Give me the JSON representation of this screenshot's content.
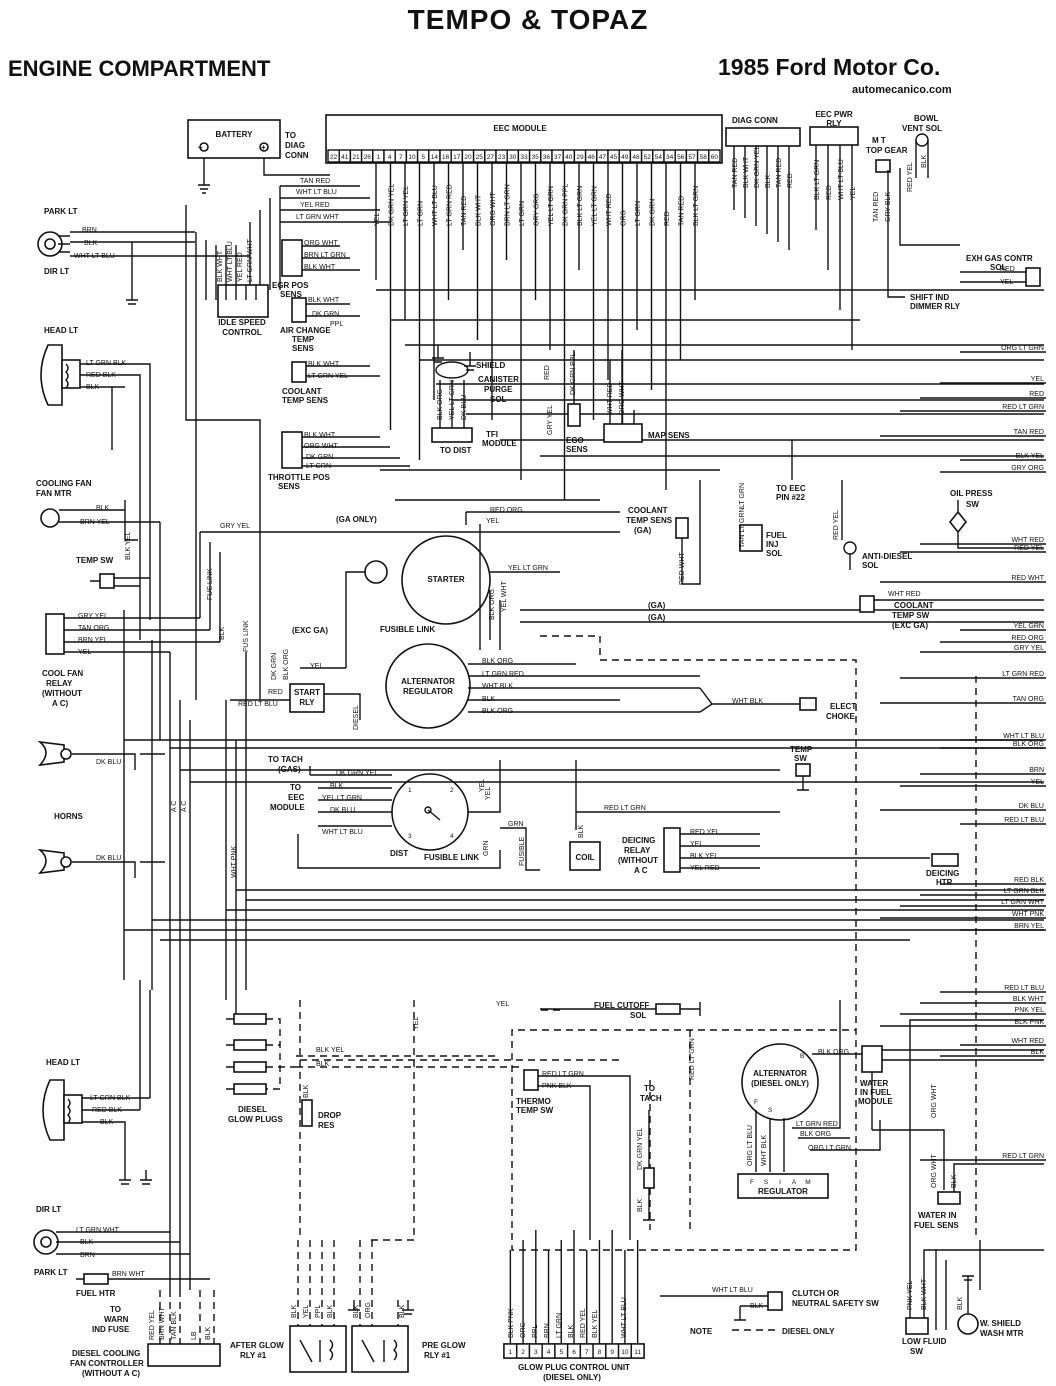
{
  "header": {
    "title": "TEMPO & TOPAZ",
    "subtitle": "ENGINE COMPARTMENT",
    "maker": "1985 Ford Motor Co.",
    "site": "automecanico.com"
  },
  "components": {
    "battery": "BATTERY",
    "to_diag_conn": [
      "TO",
      "DIAG",
      "CONN"
    ],
    "eec_module": "EEC MODULE",
    "diag_conn": "DIAG CONN",
    "eec_pwr_rly": [
      "EEC PWR",
      "RLY"
    ],
    "mt_top_gear": [
      "M T",
      "TOP GEAR"
    ],
    "bowl_vent_sol": [
      "BOWL",
      "VENT SOL"
    ],
    "park_lt_top": "PARK LT",
    "dir_lt_top": "DIR LT",
    "head_lt_top": "HEAD LT",
    "idle_speed_control": [
      "IDLE SPEED",
      "CONTROL"
    ],
    "egr_pos_sens": [
      "EGR POS",
      "SENS"
    ],
    "air_charge_temp_sens": [
      "AIR CHANGE",
      "TEMP",
      "SENS"
    ],
    "coolant_temp_sens": [
      "COOLANT",
      "TEMP SENS"
    ],
    "throttle_pos_sens": [
      "THROTTLE POS",
      "SENS"
    ],
    "exh_gas_contr_sol": [
      "EXH GAS CONTR",
      "SOL"
    ],
    "shift_ind_dimmer_rly": [
      "SHIFT IND",
      "DIMMER RLY"
    ],
    "shield": "SHIELD",
    "canister_purge_sol": [
      "CANISTER",
      "PURGE",
      "SOL"
    ],
    "tfi_module": [
      "TFI",
      "MODULE"
    ],
    "to_dist": "TO DIST",
    "ego_sens": [
      "EGO",
      "SENS"
    ],
    "map_sens": "MAP SENS",
    "to_eec_pin_22": [
      "TO EEC",
      "PIN #22"
    ],
    "oil_press_sw": [
      "OIL PRESS",
      "SW"
    ],
    "cooling_fan_mtr": [
      "COOLING FAN",
      "FAN MTR"
    ],
    "temp_sw": "TEMP SW",
    "cool_fan_relay": [
      "COOL FAN",
      "RELAY",
      "(WITHOUT",
      "A C)"
    ],
    "coolant_temp_sens_ga": [
      "COOLANT",
      "TEMP SENS",
      "(GA)"
    ],
    "fuel_inj_sol": [
      "FUEL",
      "INJ",
      "SOL"
    ],
    "anti_diesel_sol": [
      "ANTI-DIESEL",
      "SOL"
    ],
    "coolant_temp_sw": [
      "COOLANT",
      "TEMP SW",
      "(EXC GA)"
    ],
    "starter": "STARTER",
    "fusible_link": "FUSIBLE LINK",
    "ga_only": "(GA ONLY)",
    "exc_ga": "(EXC GA)",
    "ga_1": "(GA)",
    "ga_2": "(GA)",
    "start_rly": [
      "START",
      "RLY"
    ],
    "alternator_regulator": [
      "ALTERNATOR",
      "REGULATOR"
    ],
    "elect_choke": [
      "ELECT",
      "CHOKE"
    ],
    "temp_sw_2": [
      "TEMP",
      "SW"
    ],
    "to_tach_gas": [
      "TO TACH",
      "(GAS)"
    ],
    "to_eec_module": [
      "TO",
      "EEC",
      "MODULE"
    ],
    "dist": "DIST",
    "fusible_link_2": "FUSIBLE LINK",
    "coil": "COIL",
    "deicing_relay": [
      "DEICING",
      "RELAY",
      "(WITHOUT",
      "A C"
    ],
    "deicing_htr": [
      "DEICING",
      "HTR"
    ],
    "horns": "HORNS",
    "fuel_cutoff_sol": [
      "FUEL CUTOFF",
      "SOL"
    ],
    "diesel_glow_plugs": [
      "DIESEL",
      "GLOW PLUGS"
    ],
    "drop_res": [
      "DROP",
      "RES"
    ],
    "thermo_temp_sw": [
      "THERMO",
      "TEMP SW"
    ],
    "to_tach": [
      "TO",
      "TACH"
    ],
    "alternator_diesel": [
      "ALTERNATOR",
      "(DIESEL ONLY)"
    ],
    "regulator": "REGULATOR",
    "regulator_pins": [
      "F",
      "S",
      "I",
      "A",
      "M"
    ],
    "water_in_fuel_module": [
      "WATER",
      "IN FUEL",
      "MODULE"
    ],
    "water_in_fuel_sens": [
      "WATER IN",
      "FUEL SENS"
    ],
    "head_lt_bottom": "HEAD LT",
    "dir_lt_bottom": "DIR LT",
    "park_lt_bottom": "PARK LT",
    "fuel_htr": "FUEL HTR",
    "to_warn_ind_fuse": [
      "TO",
      "WARN",
      "IND FUSE"
    ],
    "diesel_cooling_fan_controller": [
      "DIESEL COOLING",
      "FAN CONTROLLER",
      "(WITHOUT A C)"
    ],
    "after_glow_rly": [
      "AFTER GLOW",
      "RLY #1"
    ],
    "pre_glow_rly": [
      "PRE GLOW",
      "RLY #1"
    ],
    "glow_plug_control_unit": [
      "GLOW PLUG CONTROL UNIT",
      "(DIESEL ONLY)"
    ],
    "clutch_neutral_sw": [
      "CLUTCH OR",
      "NEUTRAL SAFETY SW"
    ],
    "low_fluid_sw": [
      "LOW FLUID",
      "SW"
    ],
    "w_shield_wash_mtr": [
      "W. SHIELD",
      "WASH MTR"
    ],
    "note": "NOTE",
    "diesel_only_legend": "DIESEL ONLY"
  },
  "eec_pins": [
    "22",
    "41",
    "21",
    "26",
    "1",
    "4",
    "7",
    "10",
    "5",
    "14",
    "16",
    "17",
    "20",
    "25",
    "27",
    "23",
    "30",
    "33",
    "35",
    "36",
    "37",
    "40",
    "29",
    "46",
    "47",
    "45",
    "49",
    "48",
    "52",
    "54",
    "34",
    "56",
    "57",
    "58",
    "60"
  ],
  "glow_pins": [
    "1",
    "2",
    "3",
    "4",
    "5",
    "6",
    "7",
    "8",
    "9",
    "10",
    "11"
  ],
  "right_edge_labels": [
    "ORG LT GRN",
    "YEL",
    "RED",
    "RED LT GRN",
    "TAN RED",
    "BLK YEL",
    "GRY ORG",
    "WHT RED",
    "RED YEL",
    "RED WHT",
    "YEL GRN",
    "RED ORG",
    "GRY YEL",
    "LT GRN RED",
    "TAN ORG",
    "WHT LT BLU",
    "BLK ORG",
    "BRN",
    "YEL",
    "DK BLU",
    "RED LT BLU",
    "RED BLK",
    "LT GRN BLK",
    "LT GRN WHT",
    "WHT PNK",
    "BRN YEL",
    "RED LT BLU",
    "BLK WHT",
    "PNK YEL",
    "BLK PNK",
    "WHT RED",
    "BLK",
    "RED LT GRN"
  ],
  "eec_top_wires": [
    "YEL",
    "DK GRN YEL",
    "LT GRN YEL",
    "LT GRN",
    "WHT LT BLU",
    "LT GRN RED",
    "TAN RED",
    "BLK WHT",
    "ORG WHT",
    "BRN LT GRN",
    "LT GRN",
    "GRY ORG",
    "YEL LT GRN",
    "DK GRN PPL",
    "BLK LT GRN",
    "YEL LT GRN",
    "WHT RED",
    "ORG",
    "LT GRN",
    "DK GRN",
    "RED",
    "TAN RED",
    "BLK LT GRN"
  ],
  "diag_wires": [
    "TAN RED",
    "BLK WHT",
    "DK GRN YEL",
    "BLK",
    "TAN RED",
    "RED"
  ],
  "pwr_rly_wires": [
    "BLK LT GRN",
    "RED",
    "WHT LT BLU",
    "YEL"
  ],
  "wire_labels": {
    "batt_1": "TAN RED",
    "batt_2": "WHT LT BLU",
    "batt_3": "YEL RED",
    "batt_4": "LT GRN WHT",
    "park_1": "BRN",
    "park_2": "BLK",
    "park_3": "WHT LT BLU",
    "head_1": "LT GRN BLK",
    "head_2": "RED BLK",
    "head_3": "BLK",
    "egr_1": "ORG WHT",
    "egr_2": "BRN LT GRN",
    "egr_3": "BLK WHT",
    "acts_1": "BLK WHT",
    "acts_2": "DK GRN",
    "acts_3": "PPL",
    "cts_1": "BLK WHT",
    "cts_2": "LT GRN YEL",
    "tps_1": "BLK WHT",
    "tps_2": "ORG WHT",
    "tps_3": "DK GRN",
    "tps_4": "LT GRN",
    "isc_1": "BLK WHT",
    "isc_2": "WHT LT BLU",
    "isc_3": "YEL RED",
    "isc_4": "LT GRN WHT",
    "tfi_1": "BLK ORG",
    "tfi_2": "YEL LT GRN",
    "tfi_3": "DK BLU",
    "ego_1": "GRY YEL",
    "ego_2": "RED",
    "ego_3": "DK GRN PPL",
    "map_1": "WHT RED",
    "map_2": "ORG WHT",
    "map_3": "BLK",
    "exh_1": "RED",
    "exh_2": "YEL",
    "mt_1": "TAN RED",
    "mt_2": "GRY BLK",
    "mt_3": "RED YEL",
    "mt_4": "BLK",
    "cfm_1": "BLK",
    "cfm_2": "BRN YEL",
    "cfm_3": "BLK YEL",
    "gry_yel": "GRY YEL",
    "cfr_1": "GRY YEL",
    "cfr_2": "TAN ORG",
    "cfr_3": "BRN YEL",
    "cfr_4": "YEL",
    "fus_1": "FUS LINK",
    "fus_2": "BLK",
    "fus_3": "FUS LINK",
    "red_org": "RED ORG",
    "yel": "YEL",
    "st_1": "YEL LT GRN",
    "st_2": "BLK ORG",
    "st_3": "YEL WHT",
    "alt_1": "BLK ORG",
    "alt_2": "LT GRN RED",
    "alt_3": "WHT BLK",
    "alt_4": "BLK",
    "alt_5": "BLK ORG",
    "rly_1": "DK GRN",
    "rly_2": "BLK ORG",
    "rly_3": "YEL",
    "rly_4": "RED",
    "rly_5": "RED LT BLU",
    "rly_6": "DIESEL",
    "wht_blk": "WHT BLK",
    "fi_1": "TAN LT GRN",
    "fi_2": "LT GRN",
    "ad_1": "RED YEL",
    "ctg_1": "RED WHT",
    "ctsw_1": "WHT RED",
    "tach_1": "DK GRN YEL",
    "dist_1": "BLK",
    "dist_2": "YEL LT GRN",
    "dist_3": "DK BLU",
    "dist_4": "WHT LT BLU",
    "dist_5": "YEL",
    "red_ltgrn": "RED LT GRN",
    "coil_1": "BLK",
    "grn_1": "GRN",
    "grn_2": "GRN",
    "fus_4": "FUSIBLE",
    "dr_1": "RED YEL",
    "dr_2": "YEL",
    "dr_3": "BLK YEL",
    "dr_4": "YEL RED",
    "horn_1": "DK BLU",
    "horn_2": "DK BLU",
    "ac_1": "A C",
    "ac_2": "A C",
    "wht_pnk": "WHT PNK",
    "yel_1": "YEL",
    "yel_2": "YEL",
    "fc_1": "YEL",
    "gp_1": "BLK YEL",
    "gp_2": "BLK",
    "drop_1": "BLK",
    "th_1": "RED LT GRN",
    "th_2": "PNK BLK",
    "rlg_1": "RED LT GRN",
    "tach_d1": "DK GRN YEL",
    "tach_d2": "BLK",
    "altd_1": "BLK ORG",
    "altd_2": "ORG LT BLU",
    "altd_3": "WHT BLK",
    "reg_1": "LT GRN RED",
    "reg_2": "BLK ORG",
    "reg_3": "ORG LT GRN",
    "wif_1": "ORG WHT",
    "wifs_1": "ORG WHT",
    "wifs_2": "BLK",
    "hlb_1": "LT GRN BLK",
    "hlb_2": "RED BLK",
    "hlb_3": "BLK",
    "dlb_1": "LT GRN WHT",
    "dlb_2": "BLK",
    "dlb_3": "BRN",
    "plb_1": "BRN WHT",
    "dcf_1": "RED YEL",
    "dcf_2": "BRN WHT",
    "dcf_3": "TAN BLK",
    "dcf_4": "LB",
    "dcf_5": "BLK",
    "ag_1": "BLK",
    "ag_2": "YEL",
    "ag_3": "PPL",
    "ag_4": "BLK",
    "pg_1": "BLK",
    "pg_2": "ORG",
    "pg_3": "BLK",
    "gpc_1": "BLK PNK",
    "gpc_2": "ORG",
    "gpc_3": "PPL",
    "gpc_4": "BRN",
    "gpc_5": "LT GRN",
    "gpc_6": "BLK",
    "gpc_7": "RED YEL",
    "gpc_8": "BLK YEL",
    "gpc_9": "WHT LT BLU",
    "clutch_1": "WHT LT BLU",
    "clutch_2": "BLK",
    "lf_1": "PNK YEL",
    "lf_2": "BLK WHT",
    "ww_1": "BLK"
  }
}
